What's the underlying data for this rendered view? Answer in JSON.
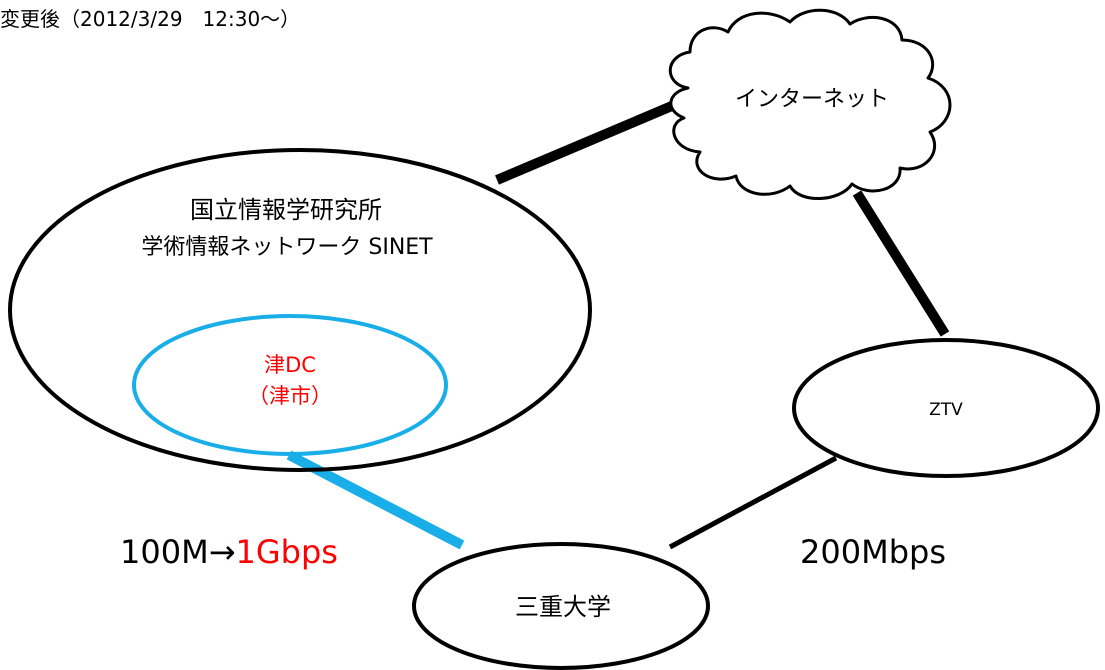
{
  "header": {
    "title": "変更後（2012/3/29　12:30〜）"
  },
  "nodes": {
    "sinet": {
      "line1": "国立情報学研究所",
      "line2": "学術情報ネットワーク SINET"
    },
    "tsu_dc": {
      "line1": "津DC",
      "line2": "（津市）"
    },
    "internet": {
      "label": "インターネット"
    },
    "ztv": {
      "label": "ZTV"
    },
    "mie_univ": {
      "label": "三重大学"
    }
  },
  "links": {
    "dc_to_univ": {
      "old_speed": "100M",
      "arrow": "→",
      "new_speed": "1Gbps"
    },
    "ztv_to_univ": {
      "speed": "200Mbps"
    }
  },
  "colors": {
    "highlight_text": "#ff0000",
    "dc_link": "#1aaee8",
    "outline": "#000000"
  }
}
